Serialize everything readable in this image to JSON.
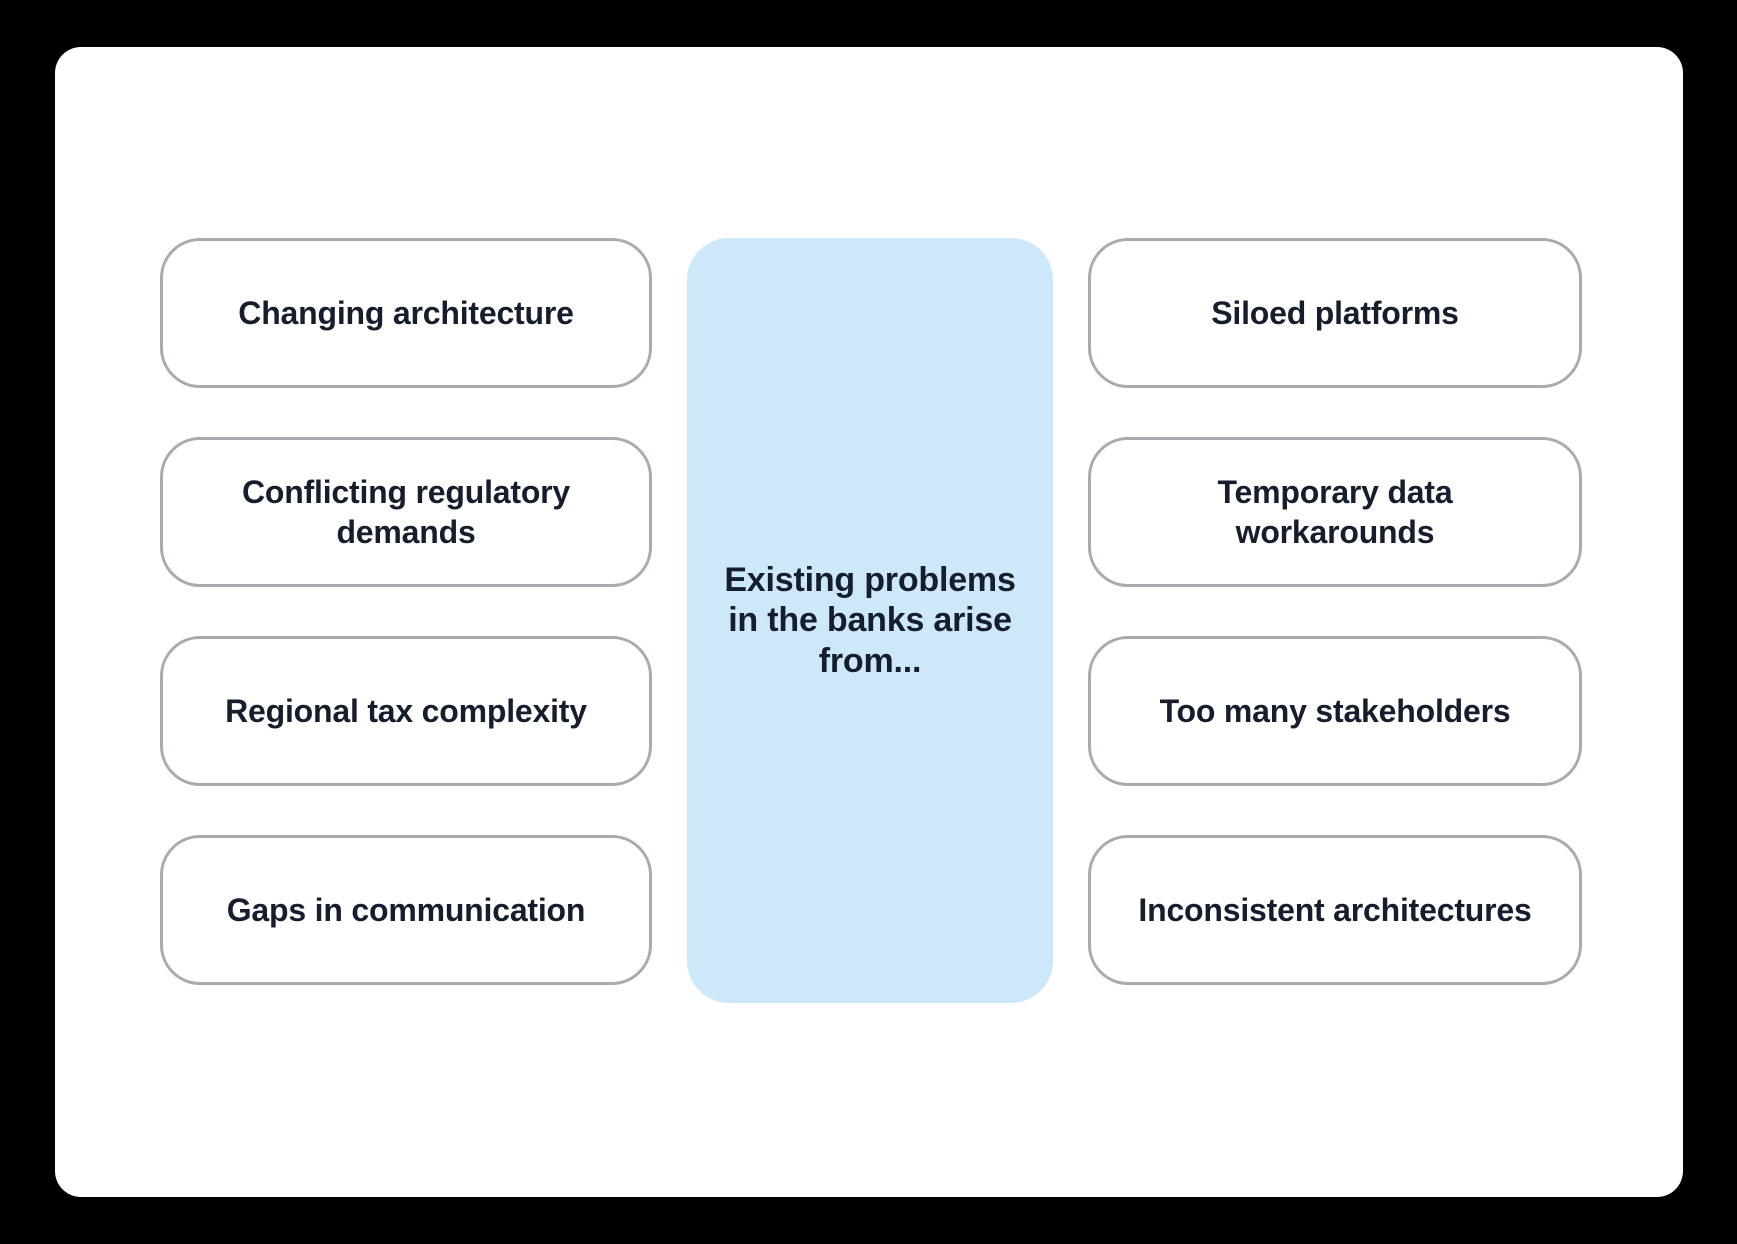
{
  "canvas": {
    "background_color": "#000000"
  },
  "card": {
    "background_color": "#ffffff"
  },
  "diagram": {
    "type": "mind-map",
    "center": {
      "text": "Existing problems in the banks arise from...",
      "fill_color": "#cde8f9",
      "text_color": "#161e2e"
    },
    "node_style": {
      "border_color": "#a9abb1",
      "fill_color": "#ffffff",
      "text_color": "#161e2e"
    },
    "left_column": [
      {
        "label": "Changing architecture"
      },
      {
        "label": "Conflicting regulatory demands"
      },
      {
        "label": "Regional tax complexity"
      },
      {
        "label": "Gaps in communication"
      }
    ],
    "right_column": [
      {
        "label": "Siloed platforms"
      },
      {
        "label": "Temporary data workarounds"
      },
      {
        "label": "Too many stakeholders"
      },
      {
        "label": "Inconsistent architectures"
      }
    ]
  }
}
